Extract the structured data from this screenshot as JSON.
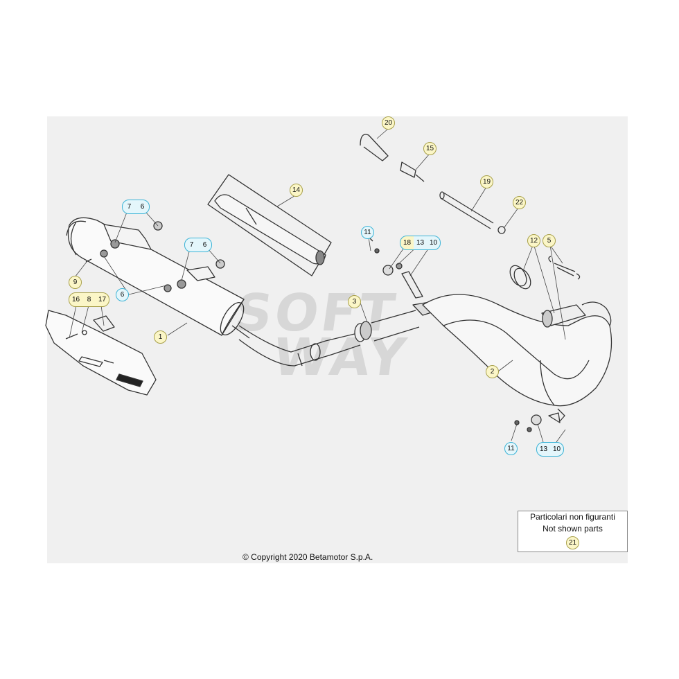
{
  "callouts": {
    "c1": "1",
    "c2": "2",
    "c3": "3",
    "c5": "5",
    "c6a": "6",
    "c7a": "7",
    "c6b": "6",
    "c7b": "7",
    "c6c": "6",
    "c8": "8",
    "c9": "9",
    "c10a": "10",
    "c10b": "10",
    "c11a": "11",
    "c11b": "11",
    "c12": "12",
    "c13a": "13",
    "c13b": "13",
    "c14": "14",
    "c15": "15",
    "c16": "16",
    "c17": "17",
    "c18": "18",
    "c19": "19",
    "c20": "20",
    "c21": "21",
    "c22": "22"
  },
  "watermark": [
    "SOFT",
    "WAY"
  ],
  "copyright": "© Copyright 2020 Betamotor S.p.A.",
  "not_shown": {
    "line1": "Particolari non figuranti",
    "line2": "Not shown parts"
  }
}
